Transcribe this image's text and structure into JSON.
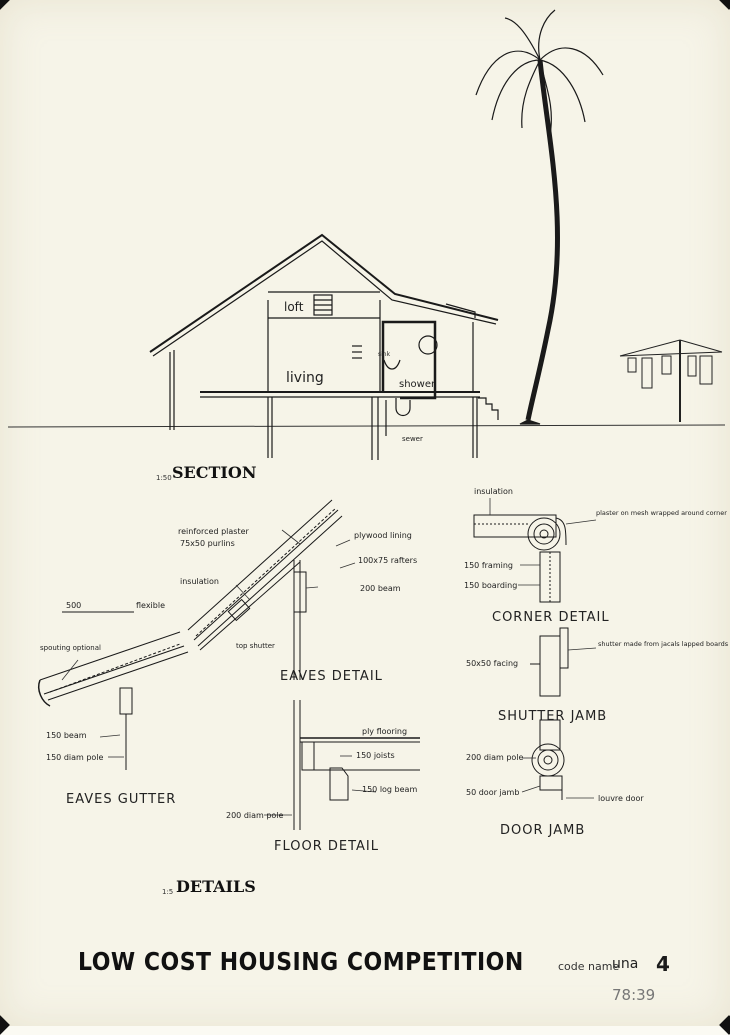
{
  "headings": {
    "section": "SECTION",
    "details": "DETAILS",
    "scale_section": "1:50",
    "scale_details": "1:5"
  },
  "title": "LOW COST HOUSING COMPETITION",
  "code": {
    "label": "code name",
    "value": "una",
    "sheet": "4",
    "pencil_note": "78:39"
  },
  "section_labels": {
    "loft": "loft",
    "living": "living",
    "shower": "shower",
    "sink": "sink",
    "sewer": "sewer"
  },
  "eaves_detail": {
    "title": "EAVES DETAIL",
    "labels": [
      "reinforced plaster",
      "75x50 purlins",
      "plywood lining",
      "100x75 rafters",
      "insulation",
      "200 beam",
      "top shutter"
    ]
  },
  "eaves_gutter": {
    "title": "EAVES GUTTER",
    "labels": [
      "500",
      "flexible",
      "spouting optional",
      "150 beam",
      "150 diam pole"
    ]
  },
  "floor_detail": {
    "title": "FLOOR DETAIL",
    "labels": [
      "ply flooring",
      "150 joists",
      "150 log beam",
      "200 diam pole"
    ]
  },
  "corner_detail": {
    "title": "CORNER DETAIL",
    "labels": [
      "insulation",
      "plaster on mesh wrapped around corner",
      "150 framing",
      "150 boarding"
    ]
  },
  "shutter_jamb": {
    "title": "SHUTTER JAMB",
    "labels": [
      "shutter made from jacals lapped boards",
      "50x50 facing"
    ]
  },
  "door_jamb": {
    "title": "DOOR JAMB",
    "labels": [
      "200 diam pole",
      "50 door jamb",
      "louvre door"
    ]
  }
}
